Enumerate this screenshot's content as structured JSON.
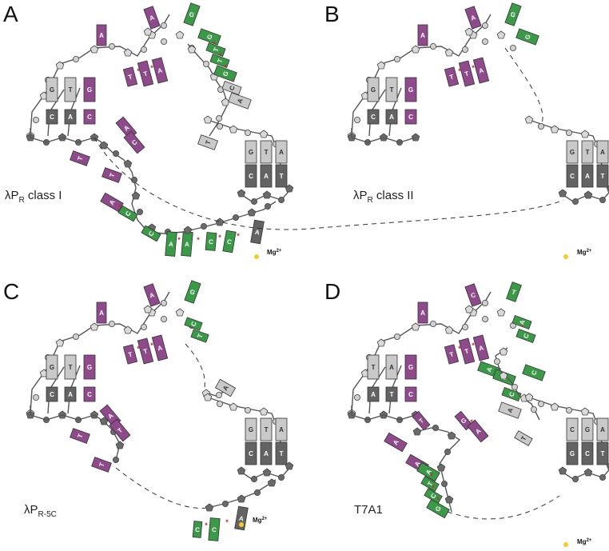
{
  "colors": {
    "purine_purple": "#8e4a8b",
    "green": "#3b9a47",
    "bright_green": "#21a24a",
    "light_gray": "#c9c9c9",
    "dark_gray": "#636363",
    "magnesium": "#f5cc2a",
    "asterisk": "#b0353a"
  },
  "panels": [
    {
      "letter": "A",
      "caption_main": "λP",
      "caption_sub": "R",
      "caption_rest": " class I",
      "mg_label": "Mg",
      "mg_charge": "2+",
      "bases": [
        {
          "t": "A",
          "c": "purple"
        },
        {
          "t": "G",
          "c": "light"
        },
        {
          "t": "T",
          "c": "light"
        },
        {
          "t": "G",
          "c": "purple"
        },
        {
          "t": "C",
          "c": "dark"
        },
        {
          "t": "A",
          "c": "dark"
        },
        {
          "t": "C",
          "c": "purple"
        },
        {
          "t": "T",
          "c": "purple"
        },
        {
          "t": "T",
          "c": "purple"
        },
        {
          "t": "A",
          "c": "purple"
        },
        {
          "t": "A",
          "c": "purple"
        },
        {
          "t": "T",
          "c": "purple"
        },
        {
          "t": "G",
          "c": "green"
        },
        {
          "t": "G",
          "c": "green"
        },
        {
          "t": "T",
          "c": "green"
        },
        {
          "t": "T",
          "c": "green"
        },
        {
          "t": "G",
          "c": "green"
        },
        {
          "t": "C",
          "c": "light"
        },
        {
          "t": "A",
          "c": "light"
        },
        {
          "t": "T",
          "c": "purple"
        },
        {
          "t": "A",
          "c": "purple"
        },
        {
          "t": "C",
          "c": "purple"
        },
        {
          "t": "T",
          "c": "purple"
        },
        {
          "t": "A",
          "c": "purple"
        },
        {
          "t": "C",
          "c": "green"
        },
        {
          "t": "C",
          "c": "green"
        },
        {
          "t": "A",
          "c": "green"
        },
        {
          "t": "A",
          "c": "green"
        },
        {
          "t": "C",
          "c": "green"
        },
        {
          "t": "C",
          "c": "green"
        },
        {
          "t": "A",
          "c": "dark"
        },
        {
          "t": "T",
          "c": "light"
        },
        {
          "t": "G",
          "c": "light"
        },
        {
          "t": "T",
          "c": "light"
        },
        {
          "t": "A",
          "c": "light"
        },
        {
          "t": "C",
          "c": "dark"
        },
        {
          "t": "A",
          "c": "dark"
        },
        {
          "t": "T",
          "c": "dark"
        }
      ]
    },
    {
      "letter": "B",
      "caption_main": "λP",
      "caption_sub": "R",
      "caption_rest": " class II",
      "mg_label": "Mg",
      "mg_charge": "2+",
      "bases": [
        {
          "t": "A",
          "c": "purple"
        },
        {
          "t": "G",
          "c": "light"
        },
        {
          "t": "T",
          "c": "light"
        },
        {
          "t": "G",
          "c": "purple"
        },
        {
          "t": "C",
          "c": "dark"
        },
        {
          "t": "A",
          "c": "dark"
        },
        {
          "t": "C",
          "c": "purple"
        },
        {
          "t": "T",
          "c": "purple"
        },
        {
          "t": "T",
          "c": "purple"
        },
        {
          "t": "A",
          "c": "purple"
        },
        {
          "t": "A",
          "c": "purple"
        },
        {
          "t": "G",
          "c": "green"
        },
        {
          "t": "G",
          "c": "green"
        },
        {
          "t": "G",
          "c": "light"
        },
        {
          "t": "T",
          "c": "light"
        },
        {
          "t": "A",
          "c": "light"
        },
        {
          "t": "C",
          "c": "dark"
        },
        {
          "t": "A",
          "c": "dark"
        },
        {
          "t": "T",
          "c": "dark"
        }
      ]
    },
    {
      "letter": "C",
      "caption_main": "λP",
      "caption_sub": "R-5C",
      "caption_rest": "",
      "mg_label": "Mg",
      "mg_charge": "2+",
      "bases": [
        {
          "t": "A",
          "c": "purple"
        },
        {
          "t": "G",
          "c": "light"
        },
        {
          "t": "T",
          "c": "light"
        },
        {
          "t": "G",
          "c": "purple"
        },
        {
          "t": "C",
          "c": "dark"
        },
        {
          "t": "A",
          "c": "dark"
        },
        {
          "t": "C",
          "c": "purple"
        },
        {
          "t": "T",
          "c": "purple"
        },
        {
          "t": "T",
          "c": "purple"
        },
        {
          "t": "A",
          "c": "purple"
        },
        {
          "t": "A",
          "c": "purple"
        },
        {
          "t": "G",
          "c": "green"
        },
        {
          "t": "C",
          "c": "green"
        },
        {
          "t": "T",
          "c": "green"
        },
        {
          "t": "A",
          "c": "light"
        },
        {
          "t": "T",
          "c": "purple"
        },
        {
          "t": "A",
          "c": "purple"
        },
        {
          "t": "T",
          "c": "purple"
        },
        {
          "t": "T",
          "c": "purple"
        },
        {
          "t": "C",
          "c": "green"
        },
        {
          "t": "C",
          "c": "green"
        },
        {
          "t": "A",
          "c": "dark"
        },
        {
          "t": "G",
          "c": "light"
        },
        {
          "t": "T",
          "c": "light"
        },
        {
          "t": "A",
          "c": "light"
        },
        {
          "t": "C",
          "c": "dark"
        },
        {
          "t": "A",
          "c": "dark"
        },
        {
          "t": "T",
          "c": "dark"
        }
      ]
    },
    {
      "letter": "D",
      "caption_main": "T7A1",
      "caption_sub": "",
      "caption_rest": "",
      "mg_label": "Mg",
      "mg_charge": "2+",
      "bases": [
        {
          "t": "A",
          "c": "purple"
        },
        {
          "t": "T",
          "c": "light"
        },
        {
          "t": "A",
          "c": "light"
        },
        {
          "t": "G",
          "c": "purple"
        },
        {
          "t": "A",
          "c": "dark"
        },
        {
          "t": "T",
          "c": "dark"
        },
        {
          "t": "C",
          "c": "purple"
        },
        {
          "t": "T",
          "c": "purple"
        },
        {
          "t": "T",
          "c": "purple"
        },
        {
          "t": "A",
          "c": "purple"
        },
        {
          "t": "C",
          "c": "purple"
        },
        {
          "t": "T",
          "c": "green"
        },
        {
          "t": "A",
          "c": "green"
        },
        {
          "t": "C",
          "c": "green"
        },
        {
          "t": "A",
          "c": "green"
        },
        {
          "t": "G",
          "c": "green"
        },
        {
          "t": "C",
          "c": "green"
        },
        {
          "t": "C",
          "c": "green"
        },
        {
          "t": "A",
          "c": "light"
        },
        {
          "t": "T",
          "c": "light"
        },
        {
          "t": "A",
          "c": "purple"
        },
        {
          "t": "T",
          "c": "purple"
        },
        {
          "t": "G",
          "c": "purple"
        },
        {
          "t": "A",
          "c": "purple"
        },
        {
          "t": "A",
          "c": "purple"
        },
        {
          "t": "A",
          "c": "green"
        },
        {
          "t": "T",
          "c": "green"
        },
        {
          "t": "C",
          "c": "green"
        },
        {
          "t": "G",
          "c": "green"
        },
        {
          "t": "C",
          "c": "light"
        },
        {
          "t": "G",
          "c": "light"
        },
        {
          "t": "A",
          "c": "light"
        },
        {
          "t": "G",
          "c": "dark"
        },
        {
          "t": "C",
          "c": "dark"
        },
        {
          "t": "T",
          "c": "dark"
        }
      ]
    }
  ]
}
